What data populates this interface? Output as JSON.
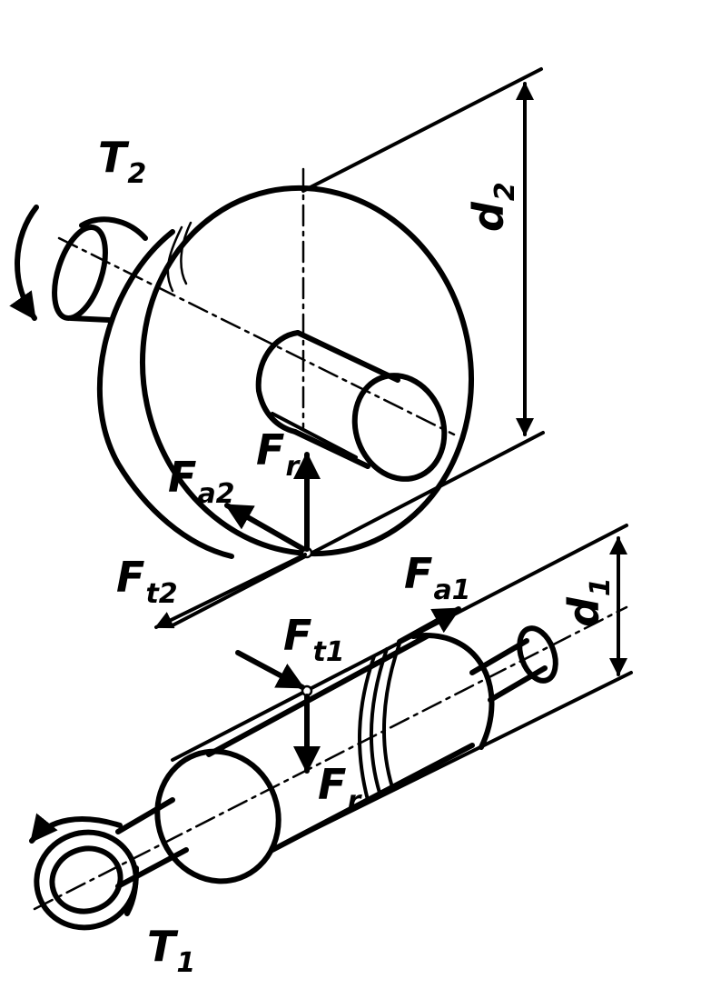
{
  "labels": {
    "T2": {
      "main": "T",
      "sub": "2"
    },
    "d2": {
      "main": "d",
      "sub": "2"
    },
    "Fr_top": {
      "main": "F",
      "sub": "r"
    },
    "Fa2": {
      "main": "F",
      "sub": "a2"
    },
    "Ft2": {
      "main": "F",
      "sub": "t2"
    },
    "Fa1": {
      "main": "F",
      "sub": "a1"
    },
    "d1": {
      "main": "d",
      "sub": "1"
    },
    "Ft1": {
      "main": "F",
      "sub": "t1"
    },
    "Fr_bottom": {
      "main": "F",
      "sub": "r"
    },
    "T1": {
      "main": "T",
      "sub": "1"
    }
  },
  "colors": {
    "ink": "#000000",
    "paper": "#ffffff"
  }
}
